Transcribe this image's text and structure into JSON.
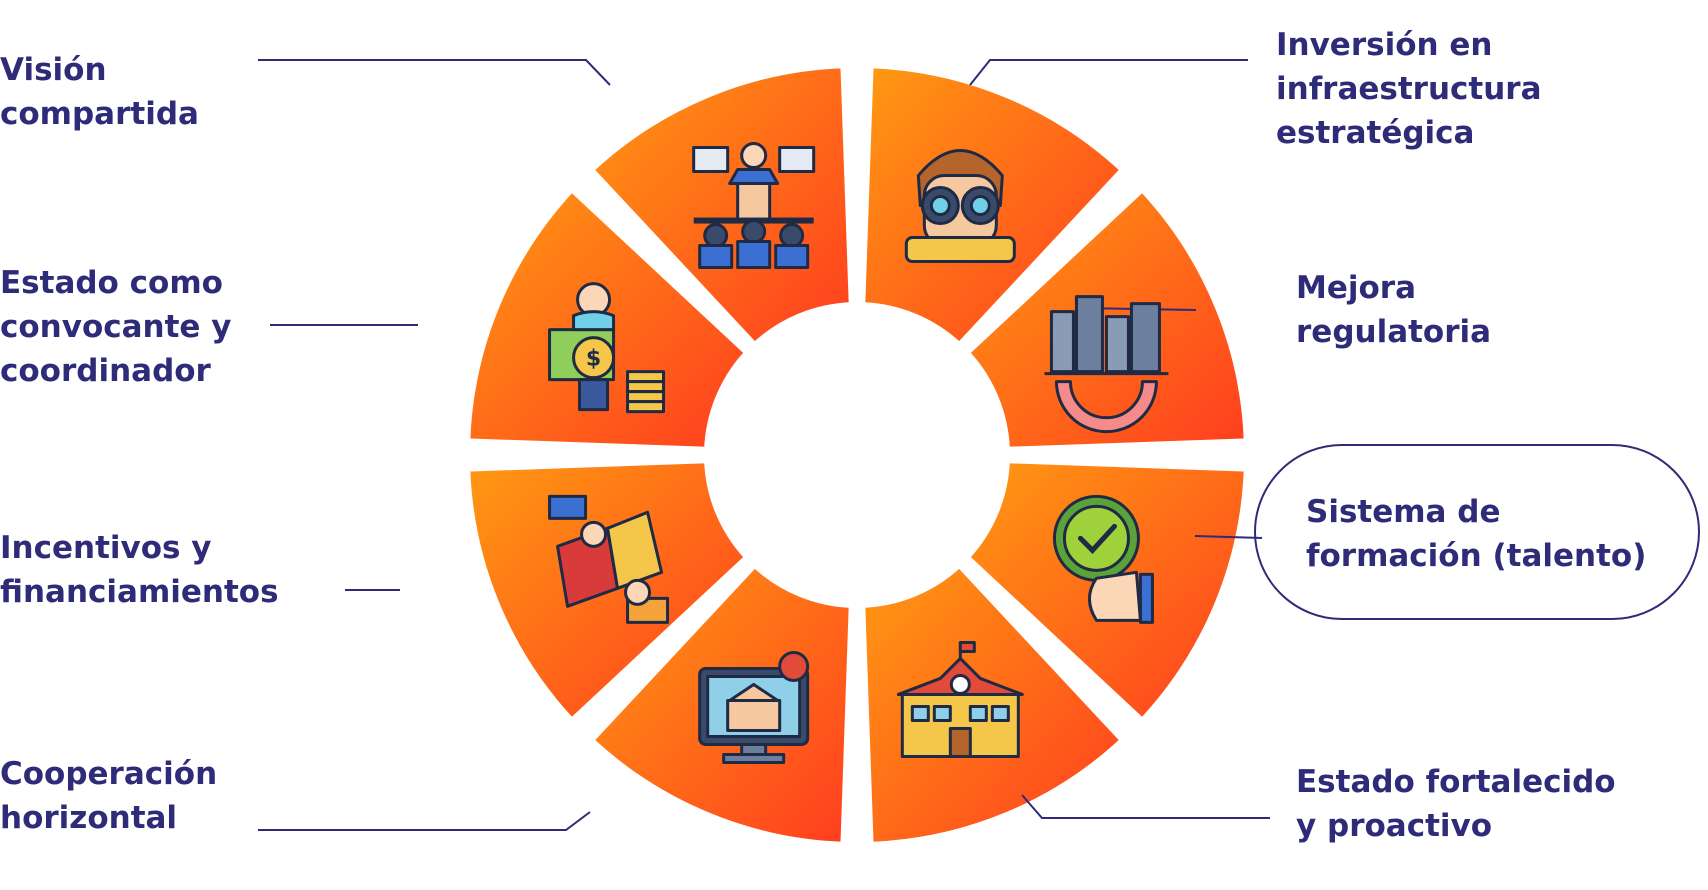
{
  "diagram": {
    "segments": [
      {
        "id": "vision",
        "label_lines": [
          "Visión",
          "compartida"
        ],
        "icon": "binoculars-person-icon"
      },
      {
        "id": "infra",
        "label_lines": [
          "Inversión en",
          "infraestructura",
          "estratégica"
        ],
        "icon": "city-gear-icon"
      },
      {
        "id": "regulatory",
        "label_lines": [
          "Mejora",
          "regulatoria"
        ],
        "icon": "thumbs-up-check-icon"
      },
      {
        "id": "talent",
        "label_lines": [
          "Sistema de",
          "formación (talento)"
        ],
        "icon": "school-building-icon",
        "highlighted": true
      },
      {
        "id": "state",
        "label_lines": [
          "Estado fortalecido",
          "y proactivo"
        ],
        "icon": "government-monitor-icon"
      },
      {
        "id": "cooperation",
        "label_lines": [
          "Cooperación",
          "horizontal"
        ],
        "icon": "puzzle-hands-icon"
      },
      {
        "id": "incentives",
        "label_lines": [
          "Incentivos y",
          "financiamientos"
        ],
        "icon": "money-person-icon"
      },
      {
        "id": "convener",
        "label_lines": [
          "Estado como",
          "convocante y",
          "coordinador"
        ],
        "icon": "speaker-podium-icon"
      }
    ],
    "colors": {
      "text": "#2e2b78",
      "segment_light": "#ff9a12",
      "segment_dark": "#ff3d1f",
      "line": "#2e2b78"
    }
  }
}
